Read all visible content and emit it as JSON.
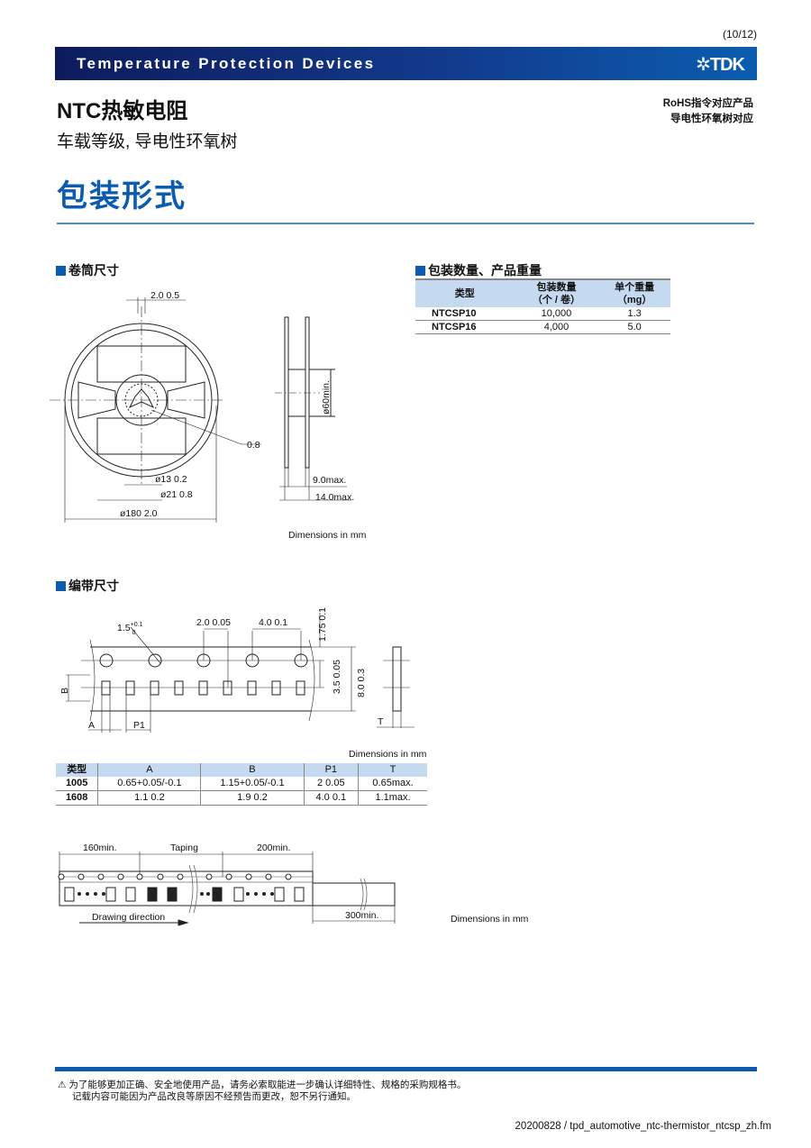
{
  "header": {
    "page_number": "(10/12)",
    "banner_title": "Temperature Protection Devices",
    "logo": "TDK",
    "product_title": "NTC热敏电阻",
    "subtitle": "车载等级, 导电性环氧树",
    "rohs_line1": "RoHS指令对应产品",
    "rohs_line2": "导电性环氧树对应",
    "section_title": "包装形式"
  },
  "reel": {
    "heading": "卷筒尺寸",
    "dim_slot": "2.0  0.5",
    "dim_hub_bore": "ø13  0.2",
    "dim_hub": "ø21  0.8",
    "dim_outer": "ø180  2.0",
    "dim_key": "0.8",
    "dim_core": "ø60min.",
    "dim_inner_width": "9.0max.",
    "dim_outer_width": "14.0max.",
    "note": "Dimensions in mm"
  },
  "packaging": {
    "heading": "包装数量、产品重量",
    "columns": {
      "type": "类型",
      "qty": "包装数量",
      "qty_unit": "（个 / 卷）",
      "weight": "单个重量",
      "weight_unit": "（mg）"
    },
    "rows": [
      {
        "type": "NTCSP10",
        "qty": "10,000",
        "weight": "1.3"
      },
      {
        "type": "NTCSP16",
        "qty": "4,000",
        "weight": "5.0"
      }
    ]
  },
  "taping": {
    "heading": "编带尺寸",
    "dim_hole": "1.5",
    "dim_hole_tol": "+0.1",
    "dim_hole_tol_low": "0",
    "dim_p2": "2.0  0.05",
    "dim_p0": "4.0  0.1",
    "dim_edge": "1.75  0.1",
    "dim_f": "3.5  0.05",
    "dim_w": "8.0  0.3",
    "label_b": "B",
    "label_a": "A",
    "label_p1": "P1",
    "label_t": "T",
    "note": "Dimensions in mm",
    "table": {
      "columns": [
        "类型",
        "A",
        "B",
        "P1",
        "T"
      ],
      "rows": [
        [
          "1005",
          "0.65+0.05/-0.1",
          "1.15+0.05/-0.1",
          "2  0.05",
          "0.65max."
        ],
        [
          "1608",
          "1.1  0.2",
          "1.9  0.2",
          "4.0  0.1",
          "1.1max."
        ]
      ]
    }
  },
  "leader": {
    "label_160": "160min.",
    "label_taping": "Taping",
    "label_200": "200min.",
    "label_300": "300min.",
    "direction": "Drawing direction",
    "note": "Dimensions in mm"
  },
  "footer": {
    "line1": "为了能够更加正确、安全地使用产品，请务必索取能进一步确认详细特性、规格的采购规格书。",
    "line2": "记载内容可能因为产品改良等原因不经预告而更改，恕不另行通知。",
    "filename": "20200828 / tpd_automotive_ntc-thermistor_ntcsp_zh.fm"
  }
}
